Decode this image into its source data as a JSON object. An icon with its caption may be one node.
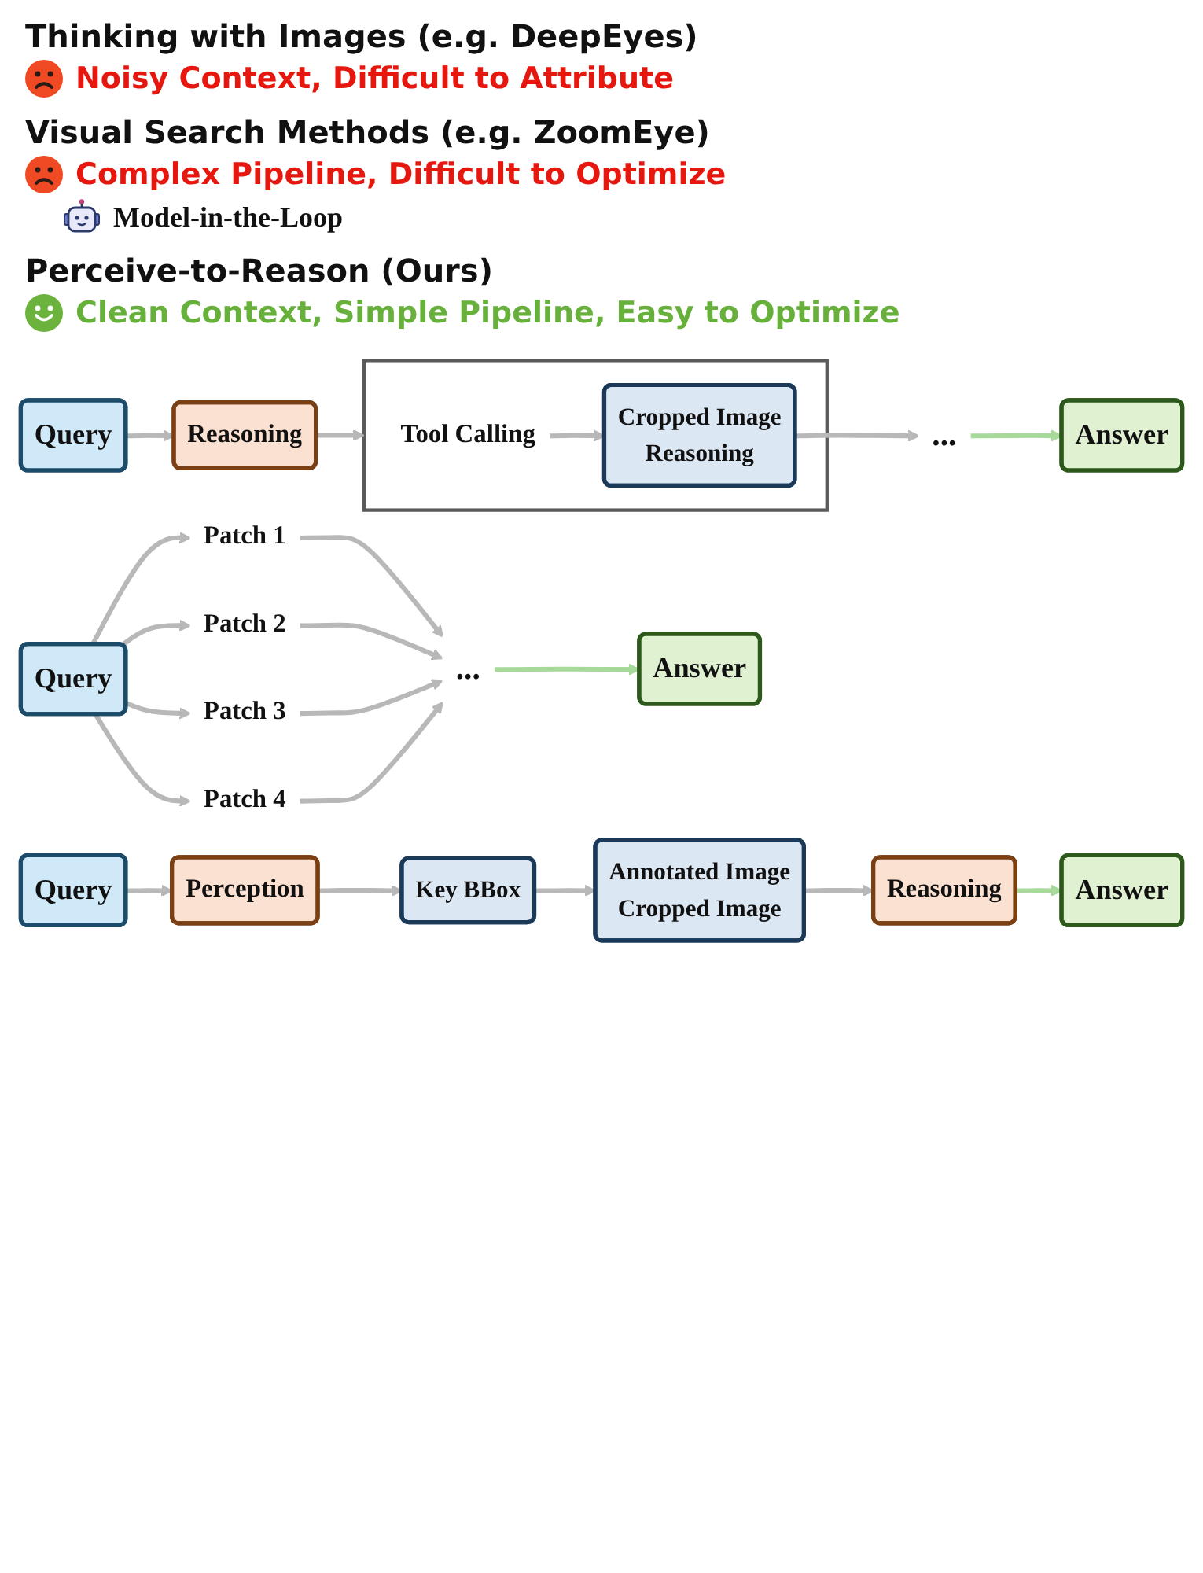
{
  "diagram": {
    "nodes": [
      {
        "text": [
          "Query"
        ]
      },
      {
        "text": [
          "Reasoning"
        ]
      },
      {
        "text": [],
        "shape": "box"
      },
      {
        "text": [
          "Tool Calling"
        ],
        "in": 2
      },
      {
        "text": [
          "Cropped Image",
          "Reasoning"
        ],
        "in": 2
      },
      {
        "text": [
          "..."
        ]
      },
      {
        "text": [
          "Answer"
        ]
      },
      {
        "text": [
          "Query"
        ]
      },
      {
        "text": [
          "Patch 1"
        ]
      },
      {
        "text": [
          "Patch 2"
        ]
      },
      {
        "text": [
          "Patch 3"
        ]
      },
      {
        "text": [
          "Patch 4"
        ]
      },
      {
        "text": [
          "..."
        ]
      },
      {
        "text": [
          "Answer"
        ]
      },
      {
        "text": [
          "Query"
        ]
      },
      {
        "text": [
          "Perception"
        ]
      },
      {
        "text": [
          "Key BBox"
        ]
      },
      {
        "text": [
          "Annotated Image",
          "Cropped Image"
        ]
      },
      {
        "text": [
          "Reasoning"
        ]
      },
      {
        "text": [
          "Answer"
        ]
      }
    ],
    "edges": [
      {
        "from": 0,
        "to": 1,
        "arrow": "to"
      },
      {
        "from": 1,
        "to": 2,
        "arrow": "to"
      },
      {
        "from": 3,
        "to": 4,
        "arrow": "to"
      },
      {
        "from": 4,
        "to": 5,
        "arrow": "to"
      },
      {
        "from": 5,
        "to": 6,
        "arrow": "to",
        "color": "#a6d99a"
      },
      {
        "from": 7,
        "to": 8,
        "arrow": "to"
      },
      {
        "from": 7,
        "to": 9,
        "arrow": "to"
      },
      {
        "from": 7,
        "to": 10,
        "arrow": "to"
      },
      {
        "from": 7,
        "to": 11,
        "arrow": "to"
      },
      {
        "from": 8,
        "to": 12,
        "arrow": "to"
      },
      {
        "from": 9,
        "to": 12,
        "arrow": "to"
      },
      {
        "from": 10,
        "to": 12,
        "arrow": "to"
      },
      {
        "from": 11,
        "to": 12,
        "arrow": "to"
      },
      {
        "from": 12,
        "to": 13,
        "arrow": "to",
        "color": "#a6d99a"
      },
      {
        "from": 14,
        "to": 15,
        "arrow": "to"
      },
      {
        "from": 15,
        "to": 16,
        "arrow": "to"
      },
      {
        "from": 16,
        "to": 17,
        "arrow": "to"
      },
      {
        "from": 17,
        "to": 18,
        "arrow": "to"
      },
      {
        "from": 18,
        "to": 19,
        "arrow": "to",
        "color": "#a6d99a"
      }
    ],
    "labels": [
      "Thinking with Images (e.g. DeepEyes)",
      "Noisy Context, Difficult to Attribute",
      "Visual Search Methods (e.g. ZoomEye)",
      "Complex Pipeline, Difficult to Optimize",
      "Model-in-the-Loop",
      "Perceive-to-Reason (Ours)",
      "Clean Context, Simple Pipeline, Easy to Optimize"
    ]
  }
}
